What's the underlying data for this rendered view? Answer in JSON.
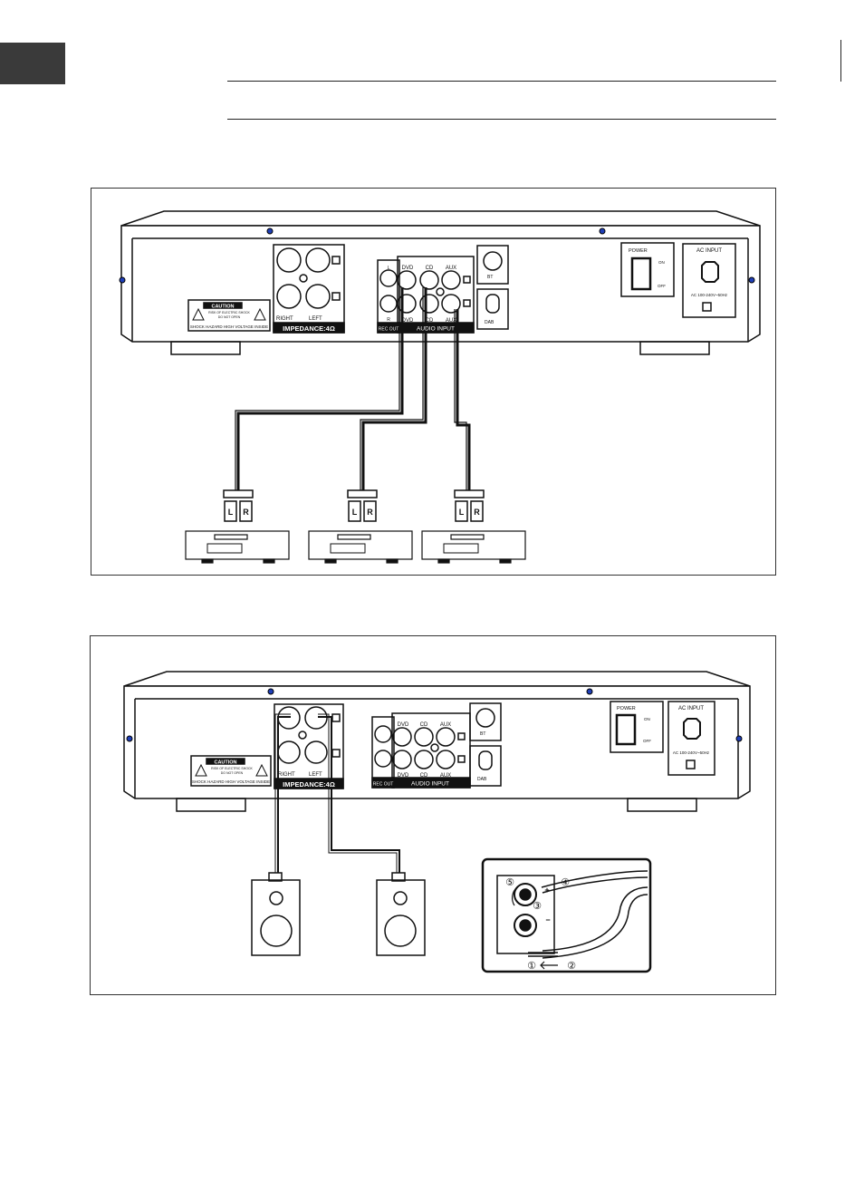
{
  "colors": {
    "screw_blue": "#1f3fb8",
    "ink": "#111111",
    "panel_dark": "#1a1a1a"
  },
  "figure1": {
    "speaker_block": {
      "right": "RIGHT",
      "left": "LEFT",
      "impedance": "IMPEDANCE:4Ω"
    },
    "caution": {
      "title": "CAUTION",
      "line1": "RISK OF ELECTRIC SHOCK",
      "line2": "DO NOT OPEN",
      "bottom": "SHOCK HAZARD HIGH VOLTAGE INSIDE"
    },
    "audio_input": {
      "top_labels": [
        "DVD",
        "CD",
        "AUX"
      ],
      "bottom_labels": [
        "DVD",
        "CD",
        "AUX"
      ],
      "rec_out": "REC OUT",
      "title": "AUDIO INPUT",
      "l": "L",
      "r": "R"
    },
    "antenna": {
      "bt": "BT",
      "dab": "DAB"
    },
    "power": {
      "label": "POWER",
      "on": "ON",
      "off": "OFF"
    },
    "ac_input": {
      "label": "AC INPUT",
      "rating": "AC 100-240V~50Hz"
    },
    "plug_l": "L",
    "plug_r": "R"
  },
  "figure2": {
    "speaker_block": {
      "right": "RIGHT",
      "left": "LEFT",
      "impedance": "IMPEDANCE:4Ω"
    },
    "caution": {
      "title": "CAUTION",
      "line1": "RISK OF ELECTRIC SHOCK",
      "line2": "DO NOT OPEN",
      "bottom": "SHOCK HAZARD HIGH VOLTAGE INSIDE"
    },
    "audio_input": {
      "top_labels": [
        "DVD",
        "CD",
        "AUX"
      ],
      "bottom_labels": [
        "DVD",
        "CD",
        "AUX"
      ],
      "rec_out": "REC OUT",
      "title": "AUDIO INPUT"
    },
    "antenna": {
      "bt": "BT",
      "dab": "DAB"
    },
    "power": {
      "label": "POWER",
      "on": "ON",
      "off": "OFF"
    },
    "ac_input": {
      "label": "AC INPUT",
      "rating": "AC 100-240V~50Hz"
    },
    "detail": {
      "step1": "①",
      "step2": "②",
      "step3": "③",
      "step4": "④",
      "step5": "⑤",
      "plus": "+",
      "minus": "−"
    }
  }
}
